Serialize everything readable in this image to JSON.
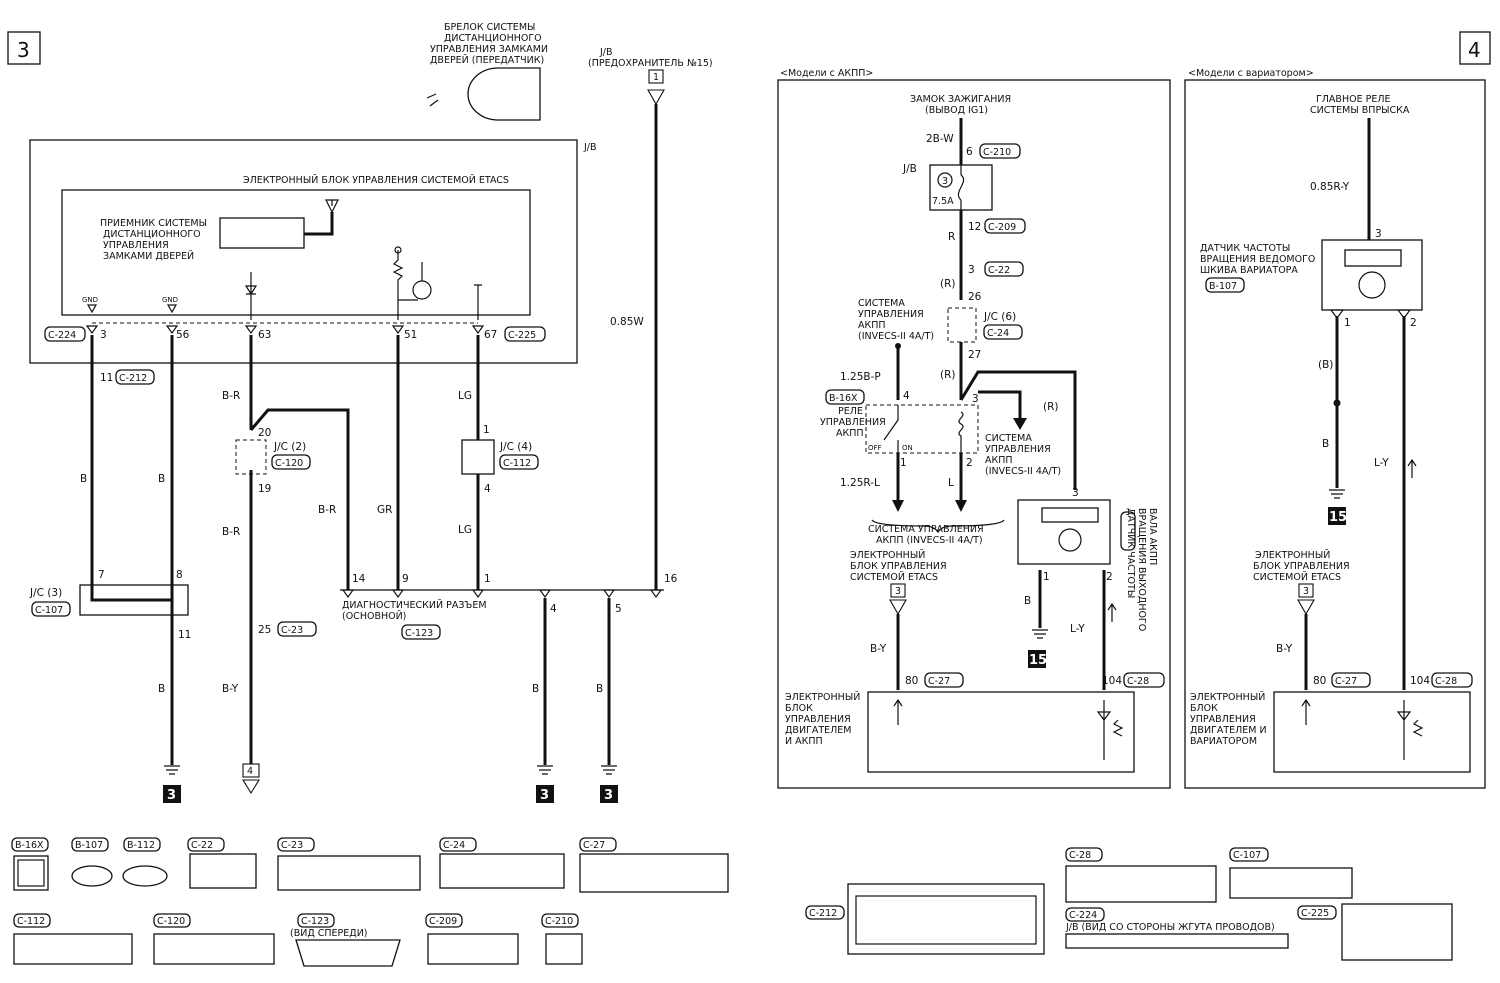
{
  "pages": {
    "left": "3",
    "right": "4"
  },
  "left": {
    "transmitter": [
      "БРЕЛОК СИСТЕМЫ",
      "ДИСТАНЦИОННОГО",
      "УПРАВЛЕНИЯ ЗАМКАМИ",
      "ДВЕРЕЙ (ПЕРЕДАТЧИК)"
    ],
    "jb_fuse": [
      "J/B",
      "(ПРЕДОХРАНИТЕЛЬ №15)"
    ],
    "fuse_tag": "1",
    "jb_label": "J/B",
    "etacs_title": "ЭЛЕКТРОННЫЙ БЛОК УПРАВЛЕНИЯ СИСТЕМОЙ ETACS",
    "receiver": [
      "ПРИЕМНИК СИСТЕМЫ",
      "ДИСТАНЦИОННОГО",
      "УПРАВЛЕНИЯ",
      "ЗАМКАМИ ДВЕРЕЙ"
    ],
    "gnd": "GND",
    "pins": {
      "p3": "3",
      "p56": "56",
      "p63": "63",
      "p51": "51",
      "p67": "67",
      "p11": "11",
      "p1": "1",
      "p20": "20",
      "p19": "19",
      "p4": "4",
      "p7": "7",
      "p8": "8",
      "p11b": "11",
      "p25": "25",
      "p14": "14",
      "p9": "9",
      "p1b": "1",
      "p16": "16",
      "p4b": "4",
      "p5": "5"
    },
    "conn": {
      "c224": "C-224",
      "c225": "C-225",
      "c212": "C-212",
      "c120": "C-120",
      "c112": "C-112",
      "c107": "C-107",
      "c23": "C-23",
      "c123": "C-123"
    },
    "wires": {
      "b": "B",
      "br": "B-R",
      "lg": "LG",
      "gr": "GR",
      "by": "B-Y",
      "w085": "0.85W"
    },
    "jc2": "J/C (2)",
    "jc4": "J/C (4)",
    "jc3": "J/C (3)",
    "diag": [
      "ДИАГНОСТИЧЕСКИЙ РАЗЪЕМ",
      "(ОСНОВНОЙ)"
    ],
    "ground_num": "3",
    "arrow_tag": "4"
  },
  "right": {
    "at_models": "<Модели с АКПП>",
    "cvt_models": "<Модели с вариатором>",
    "ignition": [
      "ЗАМОК ЗАЖИГАНИЯ",
      "(ВЫВОД IG1)"
    ],
    "w2bw": "2B-W",
    "p6": "6",
    "c210": "C-210",
    "jb": "J/B",
    "fuse_num": "3",
    "fuse_amp": "7.5A",
    "p12": "12",
    "c209": "C-209",
    "r": "R",
    "p3": "3",
    "c22": "C-22",
    "r_paren": "(R)",
    "p26": "26",
    "jc6": "J/C (6)",
    "c24": "C-24",
    "p27": "27",
    "at_system": [
      "СИСТЕМА",
      "УПРАВЛЕНИЯ",
      "АКПП",
      "(INVECS-II 4A/T)"
    ],
    "w125bp": "1.25B-P",
    "b16x": "B-16X",
    "relay": [
      "РЕЛЕ",
      "УПРАВЛЕНИЯ",
      "АКПП"
    ],
    "p4": "4",
    "p3b": "3",
    "p1": "1",
    "p2": "2",
    "off": "OFF",
    "on": "ON",
    "at_system2": [
      "СИСТЕМА",
      "УПРАВЛЕНИЯ",
      "АКПП",
      "(INVECS-II 4A/T)"
    ],
    "w125rl": "1.25R-L",
    "l": "L",
    "at_system3": [
      "СИСТЕМА УПРАВЛЕНИЯ",
      "АКПП (INVECS-II 4A/T)"
    ],
    "etacs": [
      "ЭЛЕКТРОННЫЙ",
      "БЛОК УПРАВЛЕНИЯ",
      "СИСТЕМОЙ ETACS"
    ],
    "tag3": "3",
    "by": "B-Y",
    "p80": "80",
    "c27": "C-27",
    "p104": "104",
    "c28": "C-28",
    "ecu_at": [
      "ЭЛЕКТРОННЫЙ",
      "БЛОК",
      "УПРАВЛЕНИЯ",
      "ДВИГАТЕЛЕМ",
      "И АКПП"
    ],
    "sensor_at": [
      "ДАТЧИК ЧАСТОТЫ",
      "ВРАЩЕНИЯ ВЫХОДНОГО",
      "ВАЛА АКПП"
    ],
    "b112": "B-112",
    "b": "B",
    "ly": "L-Y",
    "gnd15": "15",
    "main_relay": [
      "ГЛАВНОЕ РЕЛЕ",
      "СИСТЕМЫ ВПРЫСКА"
    ],
    "w085ry": "0.85R-Y",
    "sensor_cvt": [
      "ДАТЧИК ЧАСТОТЫ",
      "ВРАЩЕНИЯ ВЕДОМОГО",
      "ШКИВА ВАРИАТОРА"
    ],
    "b107": "B-107",
    "b_paren": "(B)",
    "ecu_cvt": [
      "ЭЛЕКТРОННЫЙ",
      "БЛОК",
      "УПРАВЛЕНИЯ",
      "ДВИГАТЕЛЕМ И",
      "ВАРИАТОРОМ"
    ]
  },
  "connectors": {
    "labels": [
      "B-16X",
      "B-107",
      "B-112",
      "C-22",
      "C-23",
      "C-24",
      "C-27",
      "C-112",
      "C-120",
      "C-123",
      "C-209",
      "C-210",
      "C-212",
      "C-28",
      "C-107",
      "C-224",
      "C-225"
    ],
    "c123_note": "(ВИД СПЕРЕДИ)",
    "c224_note": "J/B (ВИД СО СТОРОНЫ ЖГУТА ПРОВОДОВ)"
  }
}
